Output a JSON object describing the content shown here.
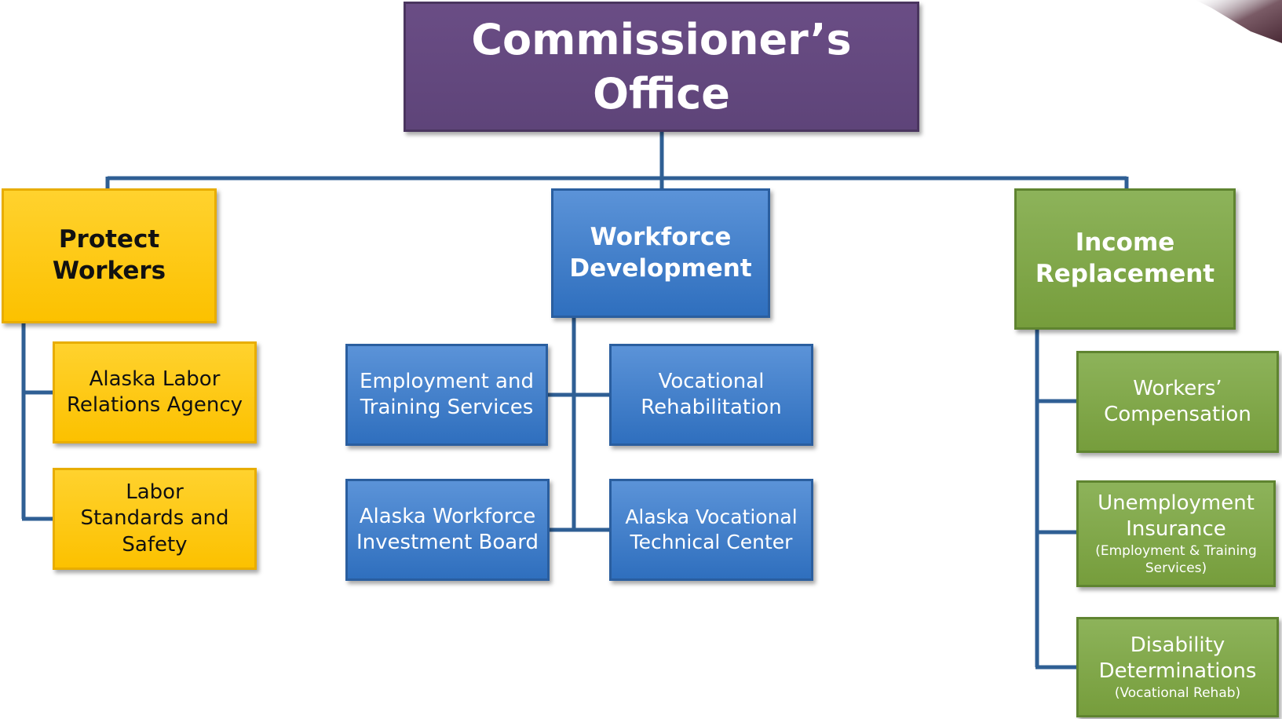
{
  "top": {
    "title": "Commissioner’s Office"
  },
  "divisions": [
    {
      "title": "Protect Workers",
      "units": [
        {
          "label": "Alaska Labor Relations Agency"
        },
        {
          "label": "Labor Standards and Safety"
        }
      ]
    },
    {
      "title": "Workforce Development",
      "units": [
        {
          "label": "Employment and Training Services"
        },
        {
          "label": "Vocational Rehabilitation"
        },
        {
          "label": "Alaska Workforce Investment Board"
        },
        {
          "label": "Alaska Vocational Technical Center"
        }
      ]
    },
    {
      "title": "Income Replacement",
      "units": [
        {
          "label": "Workers’ Compensation"
        },
        {
          "label": "Unemployment Insurance",
          "note": "(Employment & Training Services)"
        },
        {
          "label": "Disability Determinations",
          "note": "(Vocational Rehab)"
        }
      ]
    }
  ],
  "colors": {
    "top": "#5e4479",
    "protect": "#fcc100",
    "workforce": "#2f6fbe",
    "income": "#769d3c",
    "connector": "#2f5f94"
  }
}
